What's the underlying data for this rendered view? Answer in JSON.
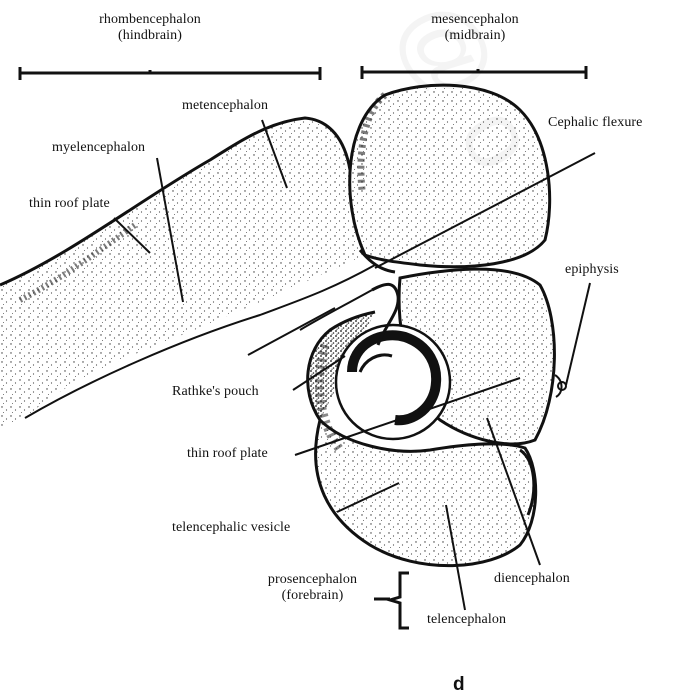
{
  "divisions": {
    "hindbrain": {
      "line1": "rhombencephalon",
      "line2": "(hindbrain)"
    },
    "midbrain": {
      "line1": "mesencephalon",
      "line2": "(midbrain)"
    },
    "forebrain": {
      "line1": "prosencephalon",
      "line2": "(forebrain)"
    }
  },
  "labels": {
    "metencephalon": "metencephalon",
    "myelencephalon": "myelencephalon",
    "thin_roof_plate_upper": "thin roof plate",
    "cephalic_flexure": "Cephalic flexure",
    "epiphysis": "epiphysis",
    "rathkes_pouch": "Rathke's pouch",
    "thin_roof_plate_lower": "thin roof plate",
    "telencephalic_vesicle": "telencephalic vesicle",
    "diencephalon": "diencephalon",
    "telencephalon": "telencephalon"
  },
  "panel_letter": "d",
  "watermark_text": "@ o"
}
